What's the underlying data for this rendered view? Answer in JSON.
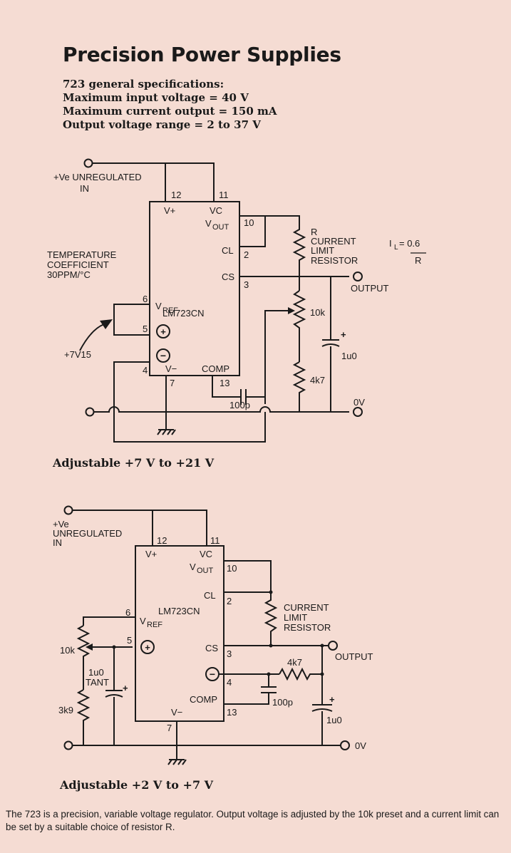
{
  "page": {
    "title": "Precision Power Supplies",
    "specs": {
      "heading": "723 general specifications:",
      "lines": [
        "Maximum input voltage = 40 V",
        "Maximum current output = 150 mA",
        "Output voltage range = 2 to 37 V"
      ]
    },
    "footnote": "The 723 is a precision, variable voltage regulator. Output voltage is adjusted by the 10k preset and a current limit can be set by a suitable choice of resistor R."
  },
  "circuit1": {
    "caption": "Adjustable +7 V to +21 V",
    "input_label": [
      "+Ve UNREGULATED",
      "IN"
    ],
    "temp_label": [
      "TEMPERATURE",
      "COEFFICIENT",
      "30PPM/°C"
    ],
    "vref_label": "+7V15",
    "chip_name": "LM723CN",
    "pins": {
      "p12": "12",
      "p11": "11",
      "p10": "10",
      "p2": "2",
      "p3": "3",
      "p6": "6",
      "p5": "5",
      "p4": "4",
      "p7": "7",
      "p13": "13"
    },
    "pin_names": {
      "vplus": "V+",
      "vc": "VC",
      "vout": "V",
      "vout_sub": "OUT",
      "cl": "CL",
      "cs": "CS",
      "vref": "V",
      "vref_sub": "REF",
      "vminus": "V−",
      "comp": "COMP"
    },
    "resistor_label": [
      "R",
      "CURRENT",
      "LIMIT",
      "RESISTOR"
    ],
    "formula": {
      "lhs": "I",
      "lhs_sub": "L",
      "num": "= 0.6",
      "den": "R"
    },
    "output_label": "OUTPUT",
    "zero_label": "0V",
    "pot_label": "10k",
    "cap_label": "1u0",
    "r2_label": "4k7",
    "comp_cap_label": "100p",
    "plus_sign": "+",
    "minus_sign": "−"
  },
  "circuit2": {
    "caption": "Adjustable +2 V to +7 V",
    "input_label": [
      "+Ve",
      "UNREGULATED",
      "IN"
    ],
    "chip_name": "LM723CN",
    "pins": {
      "p12": "12",
      "p11": "11",
      "p10": "10",
      "p2": "2",
      "p3": "3",
      "p6": "6",
      "p5": "5",
      "p4": "4",
      "p7": "7",
      "p13": "13"
    },
    "pin_names": {
      "vplus": "V+",
      "vc": "VC",
      "vout": "V",
      "vout_sub": "OUT",
      "cl": "CL",
      "cs": "CS",
      "vref": "V",
      "vref_sub": "REF",
      "vminus": "V−",
      "comp": "COMP"
    },
    "resistor_label": [
      "CURRENT",
      "LIMIT",
      "RESISTOR"
    ],
    "output_label": "OUTPUT",
    "zero_label": "0V",
    "pot_label": "10k",
    "tant_label": [
      "1u0",
      "TANT"
    ],
    "r_low_label": "3k9",
    "r_fb_label": "4k7",
    "comp_cap_label": "100p",
    "out_cap_label": "1u0",
    "plus_sign": "+",
    "minus_sign": "−"
  }
}
